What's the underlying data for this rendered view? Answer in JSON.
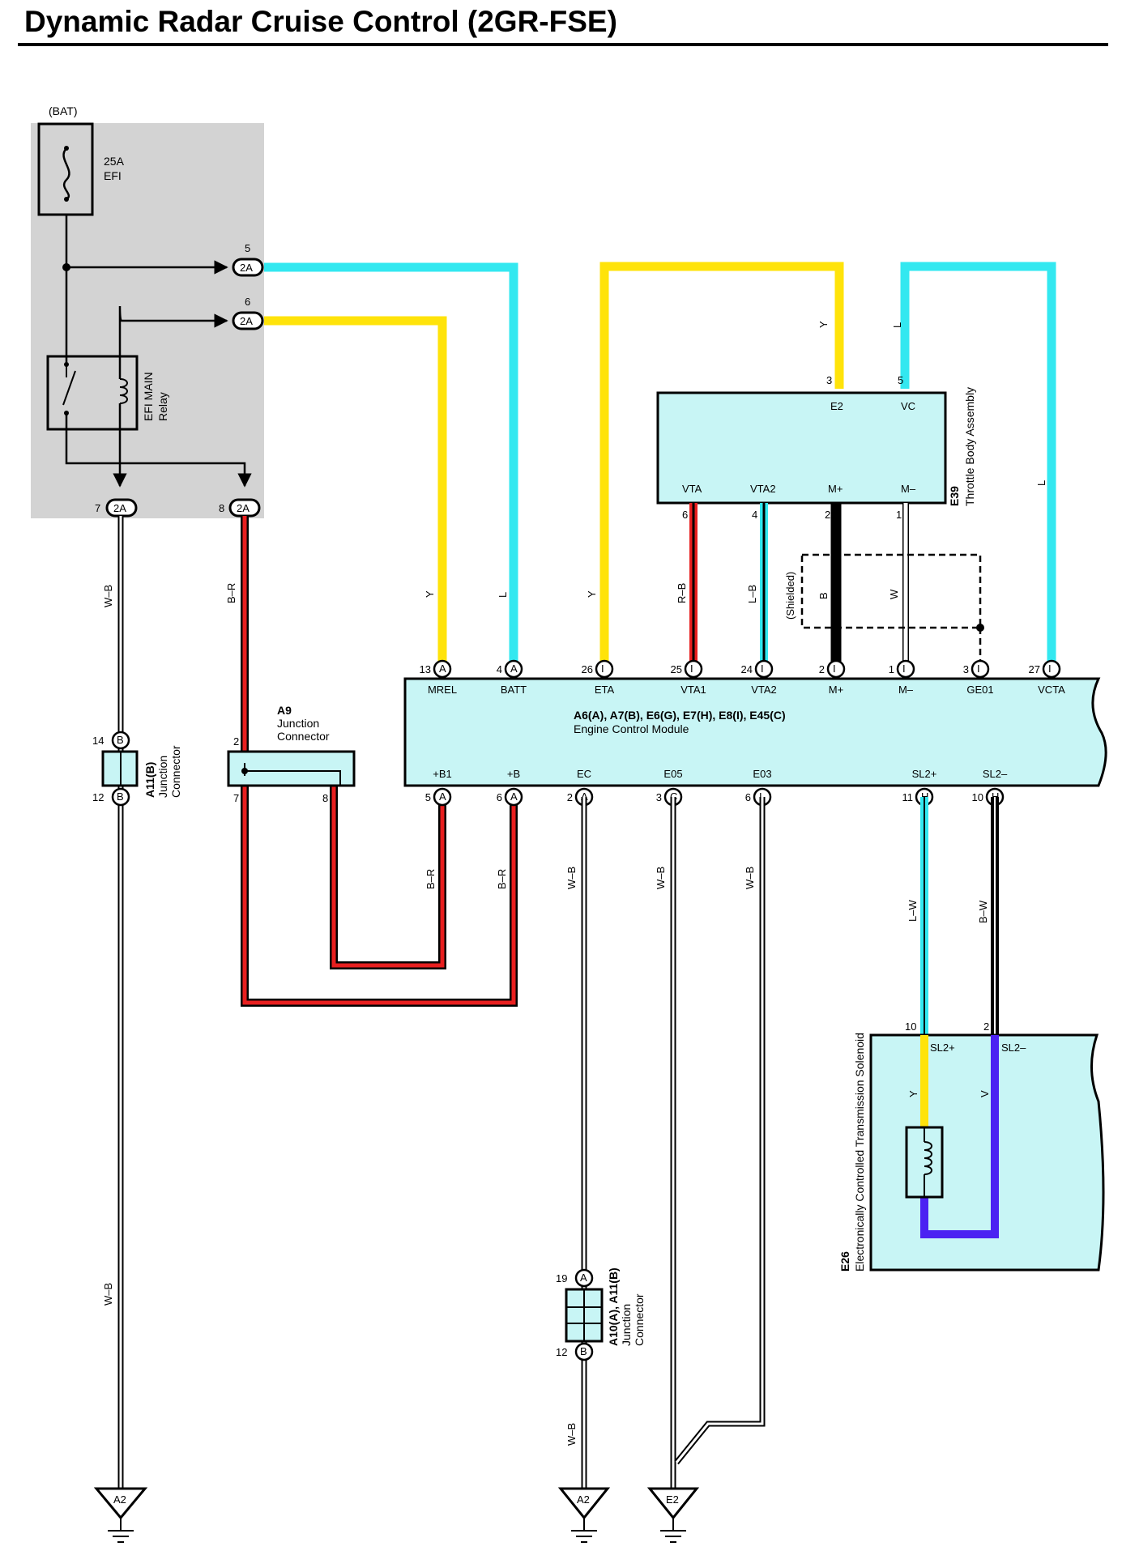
{
  "title": "Dynamic Radar Cruise Control (2GR-FSE)",
  "colors": {
    "cyan": "#33e8f0",
    "yellow": "#ffe30a",
    "red": "#e81f1f",
    "black": "#000000",
    "violet": "#4b22f2",
    "box_fill": "#c8f5f5",
    "relay_panel": "#d3d3d3"
  },
  "relay_box": {
    "bat_label": "(BAT)",
    "fuse": {
      "amp": "25A",
      "name": "EFI"
    },
    "relay": {
      "line1": "EFI MAIN",
      "line2": "Relay"
    },
    "connector_id": "2A",
    "pins": {
      "p5": "5",
      "p6": "6",
      "p7": "7",
      "p8": "8"
    }
  },
  "ecm": {
    "code_line": "A6(A), A7(B), E6(G), E7(H), E8(I), E45(C)",
    "name": "Engine Control Module",
    "top_pins": [
      {
        "num": "13",
        "conn": "A",
        "label": "MREL"
      },
      {
        "num": "4",
        "conn": "A",
        "label": "BATT"
      },
      {
        "num": "26",
        "conn": "I",
        "label": "ETA"
      },
      {
        "num": "25",
        "conn": "I",
        "label": "VTA1"
      },
      {
        "num": "24",
        "conn": "I",
        "label": "VTA2"
      },
      {
        "num": "2",
        "conn": "I",
        "label": "M+"
      },
      {
        "num": "1",
        "conn": "I",
        "label": "M–"
      },
      {
        "num": "3",
        "conn": "I",
        "label": "GE01"
      },
      {
        "num": "27",
        "conn": "I",
        "label": "VCTA"
      }
    ],
    "bottom_pins": [
      {
        "num": "5",
        "conn": "A",
        "label": "+B1"
      },
      {
        "num": "6",
        "conn": "A",
        "label": "+B"
      },
      {
        "num": "2",
        "conn": "A",
        "label": "EC"
      },
      {
        "num": "3",
        "conn": "C",
        "label": "E05"
      },
      {
        "num": "6",
        "conn": "I",
        "label": "E03"
      },
      {
        "num": "11",
        "conn": "H",
        "label": "SL2+"
      },
      {
        "num": "10",
        "conn": "H",
        "label": "SL2–"
      }
    ]
  },
  "throttle": {
    "code": "E39",
    "name": "Throttle Body Assembly",
    "top_pins": [
      {
        "num": "3",
        "label": "E2"
      },
      {
        "num": "5",
        "label": "VC"
      }
    ],
    "bottom_pins": [
      {
        "num": "6",
        "label": "VTA"
      },
      {
        "num": "4",
        "label": "VTA2"
      },
      {
        "num": "2",
        "label": "M+"
      },
      {
        "num": "1",
        "label": "M–"
      }
    ],
    "shielded": "(Shielded)"
  },
  "junction_a9": {
    "code": "A9",
    "line1": "Junction",
    "line2": "Connector",
    "pins": {
      "in": "2",
      "out1": "7",
      "out2": "8"
    }
  },
  "junction_a11": {
    "code": "A11(B)",
    "line1": "Junction",
    "line2": "Connector",
    "pins": {
      "top": "14",
      "top_conn": "B",
      "bottom": "12",
      "bottom_conn": "B"
    }
  },
  "junction_a10": {
    "code": "A10(A), A11(B)",
    "line1": "Junction",
    "line2": "Connector",
    "pins": {
      "top": "19",
      "top_conn": "A",
      "bottom": "12",
      "bottom_conn": "B"
    }
  },
  "solenoid": {
    "code": "E26",
    "name": "Electronically Controlled Transmission Solenoid",
    "pins": [
      {
        "num": "10",
        "label": "SL2+"
      },
      {
        "num": "2",
        "label": "SL2–"
      }
    ],
    "internal_wires": {
      "left": "Y",
      "right": "V"
    }
  },
  "wire_labels": {
    "wb": "W–B",
    "br": "B–R",
    "y": "Y",
    "l": "L",
    "rb": "R–B",
    "lb": "L–B",
    "b": "B",
    "w": "W",
    "lw": "L–W",
    "bw": "B–W"
  },
  "grounds": {
    "g1": "A2",
    "g2": "A2",
    "g3": "E2"
  }
}
